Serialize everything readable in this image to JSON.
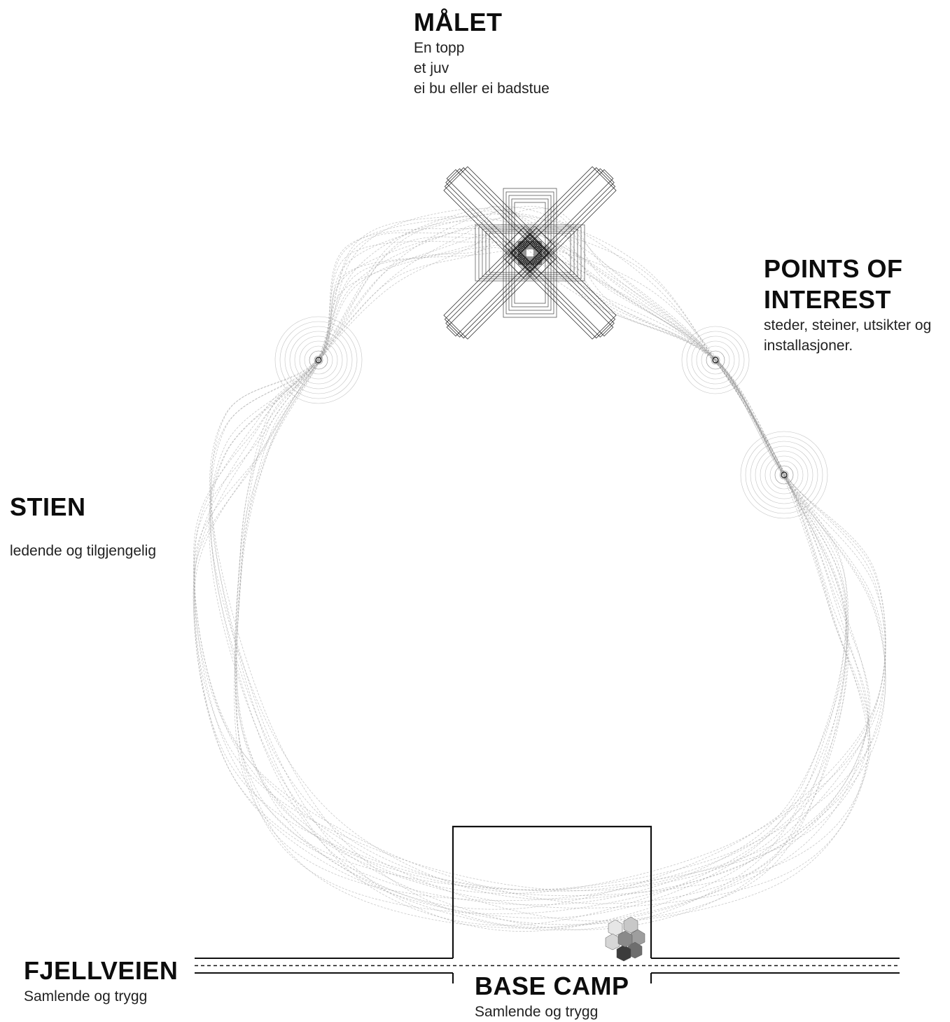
{
  "labels": {
    "maalet": {
      "title": "MÅLET",
      "lines": [
        "En topp",
        "et juv",
        "ei bu eller ei badstue"
      ]
    },
    "poi": {
      "title_line1": "POINTS OF",
      "title_line2": "INTEREST",
      "sub_line1": "steder, steiner, utsikter og",
      "sub_line2": "installasjoner."
    },
    "stien": {
      "title": "STIEN",
      "sub": "ledende og tilgjengelig"
    },
    "fjellveien": {
      "title": "FJELLVEIEN",
      "sub": "Samlende og trygg"
    },
    "basecamp": {
      "title": "BASE CAMP",
      "sub": "Samlende og trygg"
    }
  },
  "style": {
    "ink": "#111111",
    "trail": "#9a9a9a",
    "rings": "#7a7a7a"
  }
}
